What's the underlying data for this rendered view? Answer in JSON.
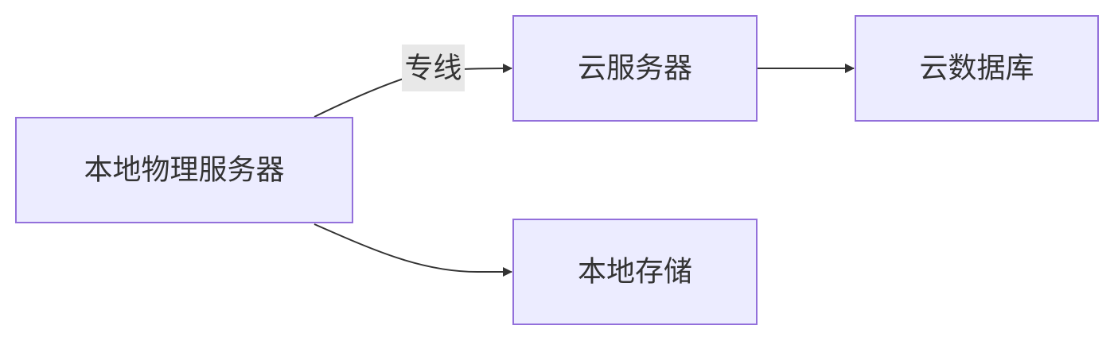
{
  "diagram": {
    "type": "flowchart",
    "direction": "left-to-right",
    "colors": {
      "node_fill": "#ececff",
      "node_stroke": "#9370db",
      "edge": "#333333",
      "text": "#333333",
      "edge_label_bg": "#e8e8e8"
    },
    "nodes": {
      "local_server": "本地物理服务器",
      "cloud_server": "云服务器",
      "cloud_db": "云数据库",
      "local_storage": "本地存储"
    },
    "edges": [
      {
        "from": "local_server",
        "to": "cloud_server",
        "label": "专线"
      },
      {
        "from": "cloud_server",
        "to": "cloud_db"
      },
      {
        "from": "local_server",
        "to": "local_storage"
      }
    ]
  }
}
